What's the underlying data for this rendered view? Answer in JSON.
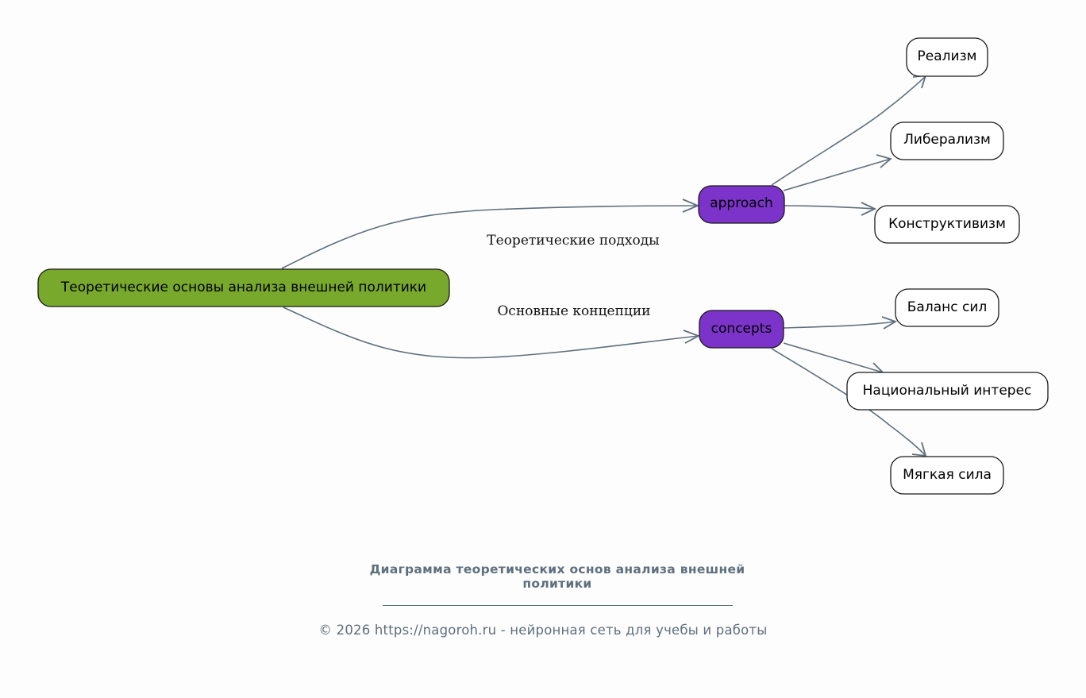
{
  "diagram": {
    "type": "mind-map",
    "colors": {
      "root_fill": "#78a92d",
      "branch_fill": "#7b33c9",
      "leaf_fill": "#ffffff",
      "edge": "#5f6f7d",
      "footer_text": "#5f6f7d"
    },
    "root": {
      "id": "root",
      "label": "Теоретические основы анализа внешней политики"
    },
    "branches": [
      {
        "id": "approach",
        "label": "approach",
        "edge_label": "Теоретические подходы",
        "children": [
          {
            "id": "realism",
            "label": "Реализм"
          },
          {
            "id": "liberalism",
            "label": "Либерализм"
          },
          {
            "id": "constructivism",
            "label": "Конструктивизм"
          }
        ]
      },
      {
        "id": "concepts",
        "label": "concepts",
        "edge_label": "Основные концепции",
        "children": [
          {
            "id": "balance",
            "label": "Баланс сил"
          },
          {
            "id": "national",
            "label": "Национальный интерес"
          },
          {
            "id": "soft",
            "label": "Мягкая сила"
          }
        ]
      }
    ]
  },
  "footer": {
    "title": "Диаграмма теоретических основ анализа внешней политики",
    "copyright": "© 2026 https://nagoroh.ru - нейронная сеть для учебы и работы"
  }
}
